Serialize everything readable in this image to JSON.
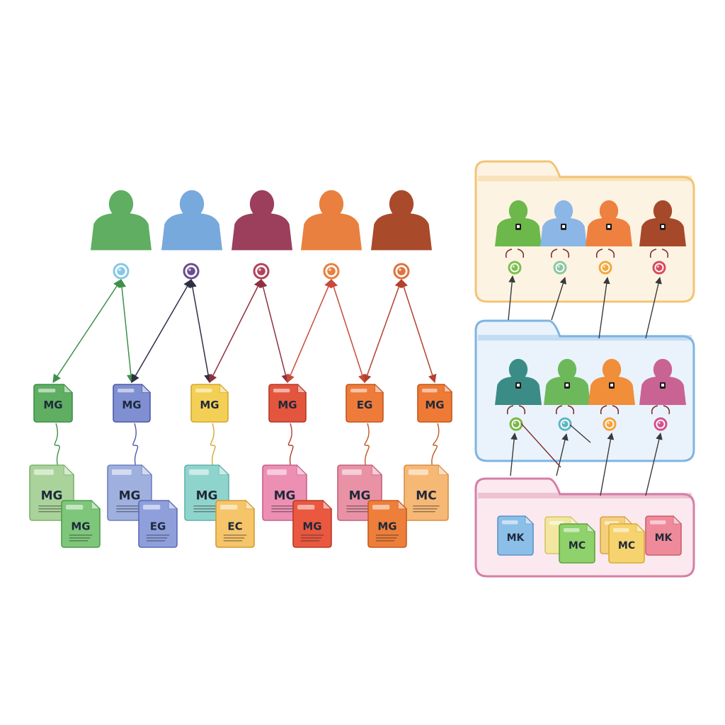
{
  "colors": {
    "person": [
      "#5fae62",
      "#78a9dd",
      "#9c3f5d",
      "#e9803f",
      "#a94a2b"
    ],
    "node": [
      "#86c8e6",
      "#6a4e8e",
      "#b2425a",
      "#e9803f",
      "#e0723c"
    ],
    "arrow": [
      "#3f8f4a",
      "#2d2f45",
      "#8e3042",
      "#c84a3a",
      "#b5402e"
    ],
    "folder_orange": {
      "fill": "#fdf3e3",
      "border": "#f2c474"
    },
    "folder_blue": {
      "fill": "#eaf3fb",
      "border": "#7fb4e2"
    },
    "folder_pink": {
      "fill": "#fbe9ef",
      "border": "#d67fa4"
    }
  },
  "left": {
    "people": [
      {
        "name": "person-green",
        "color": "#5fae62"
      },
      {
        "name": "person-blue",
        "color": "#78a9dd"
      },
      {
        "name": "person-maroon",
        "color": "#9c3f5d"
      },
      {
        "name": "person-orange",
        "color": "#e9803f"
      },
      {
        "name": "person-brown",
        "color": "#a94a2b"
      }
    ],
    "docs_row1": [
      {
        "label": "MG",
        "color": "#5fae62",
        "dark": "#3f8f4a"
      },
      {
        "label": "MG",
        "color": "#7f8fd1",
        "dark": "#4e5aa5"
      },
      {
        "label": "MG",
        "color": "#f4cf55",
        "dark": "#d2a82c"
      },
      {
        "label": "MG",
        "color": "#e4553e",
        "dark": "#b43a28"
      },
      {
        "label": "EG",
        "color": "#ee7b3a",
        "dark": "#c2561e"
      },
      {
        "label": "MG",
        "color": "#ef7a35",
        "dark": "#c2561e"
      }
    ],
    "docs_row2_back": [
      {
        "label": "MG",
        "color": "#a9d39a",
        "dark": "#7fb06e"
      },
      {
        "label": "MG",
        "color": "#9fb0df",
        "dark": "#6f80bf"
      },
      {
        "label": "MG",
        "color": "#8fd4cc",
        "dark": "#5fb3a9"
      },
      {
        "label": "MG",
        "color": "#ec8fb3",
        "dark": "#c8608a"
      },
      {
        "label": "MG",
        "color": "#e992a6",
        "dark": "#c26178"
      },
      {
        "label": "MC",
        "color": "#f6b875",
        "dark": "#d98d44"
      }
    ],
    "docs_row2_front": [
      {
        "label": "MG",
        "color": "#7ec77a",
        "dark": "#4f9c4b"
      },
      {
        "label": "EG",
        "color": "#8f9fdc",
        "dark": "#5a6bb8"
      },
      {
        "label": "EC",
        "color": "#f6c56a",
        "dark": "#d39a36"
      },
      {
        "label": "MG",
        "color": "#e9583f",
        "dark": "#b83b25"
      },
      {
        "label": "MG",
        "color": "#ee7f3a",
        "dark": "#c55a20"
      }
    ]
  },
  "right": {
    "folder1_people": [
      {
        "color": "#6db84a"
      },
      {
        "color": "#8bb6e6"
      },
      {
        "color": "#ee8140"
      },
      {
        "color": "#a6492b"
      }
    ],
    "folder1_nodes": [
      "#7dc04d",
      "#8bc7a1",
      "#f3a83a",
      "#d94a5a"
    ],
    "folder2_people": [
      {
        "color": "#3b8c86"
      },
      {
        "color": "#6db85a"
      },
      {
        "color": "#f08e3a"
      },
      {
        "color": "#c96393"
      }
    ],
    "folder2_nodes": [
      "#7ab648",
      "#5fb6c2",
      "#f5a23a",
      "#d4508e"
    ],
    "folder3_docs": [
      {
        "label": "MK",
        "color": "#8cbfe8",
        "dark": "#5f93c7"
      },
      {
        "label": "MC",
        "color": "#8fd16a",
        "dark": "#5fa33f"
      },
      {
        "label": "MC",
        "color": "#f6d36e",
        "dark": "#d6ac36"
      },
      {
        "label": "MK",
        "color": "#ef8a9a",
        "dark": "#c95f70"
      }
    ],
    "folder3_back_docs": [
      {
        "color": "#f3e6a0"
      },
      {
        "color": "#f6cf7c"
      }
    ]
  }
}
